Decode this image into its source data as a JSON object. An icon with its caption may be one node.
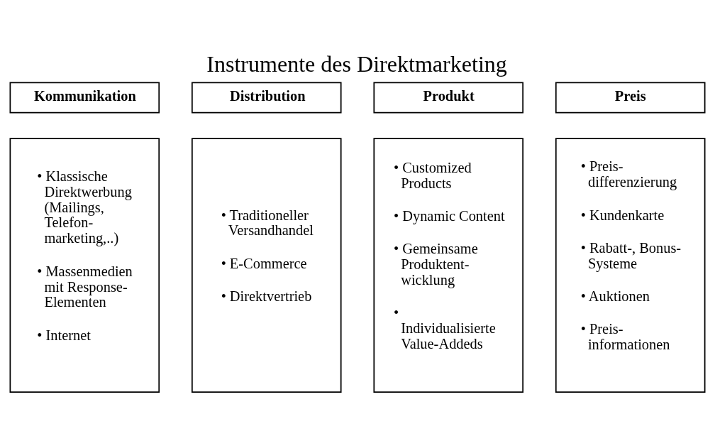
{
  "diagram": {
    "title": "Instrumente des Direktmarketing",
    "nodes": [
      {
        "text": [
          "Kommunikation"
        ]
      },
      {
        "text": [
          "Distribution"
        ]
      },
      {
        "text": [
          "Produkt"
        ]
      },
      {
        "text": [
          "Preis"
        ]
      },
      {
        "text": [
          "• Klassische Direktwerbung (Mailings, Telefon- marketing,..)",
          "• Massenmedien mit Response- Elementen",
          "• Internet"
        ]
      },
      {
        "text": [
          "• Traditioneller Versandhandel",
          "• E-Commerce",
          "• Direktvertrieb"
        ]
      },
      {
        "text": [
          "• Customized Products",
          "• Dynamic Content",
          "• Gemeinsame Produktent- wicklung",
          "• Individualisierte Value-Addeds"
        ]
      },
      {
        "text": [
          "• Preis- differenzierung",
          "• Kundenkarte",
          "• Rabatt-, Bonus- Systeme",
          "• Auktionen",
          "• Preis- informationen"
        ]
      }
    ],
    "edges": []
  }
}
